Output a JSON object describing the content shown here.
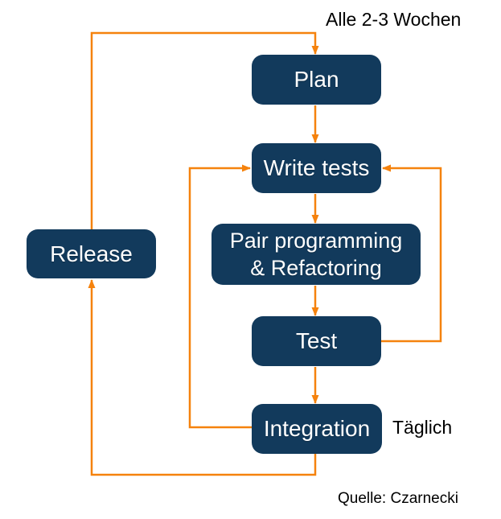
{
  "diagram": {
    "title": "XP development cycle flowchart",
    "nodes": {
      "plan": {
        "label": "Plan"
      },
      "write_tests": {
        "label": "Write tests"
      },
      "pair": {
        "label": "Pair programming",
        "label2": "& Refactoring"
      },
      "test": {
        "label": "Test"
      },
      "integration": {
        "label": "Integration"
      },
      "release": {
        "label": "Release"
      }
    },
    "edges": [
      {
        "from": "release",
        "to": "plan"
      },
      {
        "from": "plan",
        "to": "write_tests"
      },
      {
        "from": "write_tests",
        "to": "pair"
      },
      {
        "from": "pair",
        "to": "test"
      },
      {
        "from": "test",
        "to": "write_tests"
      },
      {
        "from": "test",
        "to": "integration"
      },
      {
        "from": "integration",
        "to": "write_tests"
      },
      {
        "from": "integration",
        "to": "release"
      }
    ],
    "annotations": {
      "cycle": "Alle 2-3 Wochen",
      "daily": "Täglich",
      "source": "Quelle: Czarnecki"
    },
    "colors": {
      "node_fill": "#123A5C",
      "node_text": "#FFFFFF",
      "arrow": "#F5820D",
      "annotation_text": "#000000",
      "page_bg": "#FFFFFF"
    }
  }
}
